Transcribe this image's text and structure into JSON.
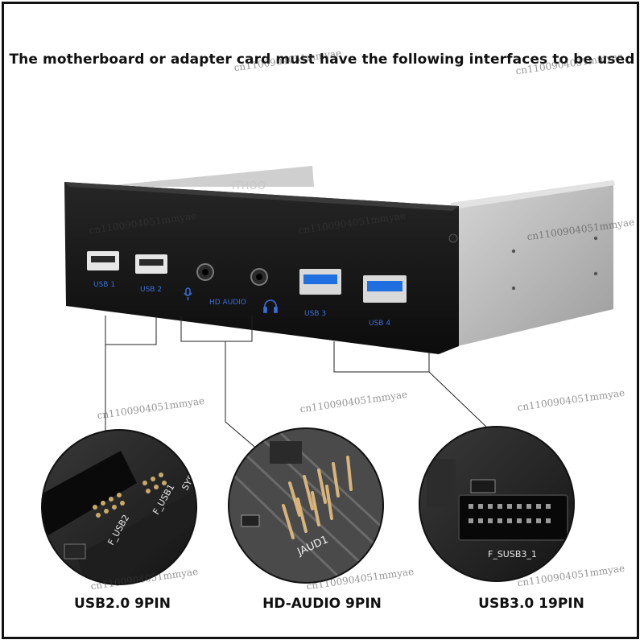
{
  "headline": "The motherboard or adapter card must have the following interfaces to be used",
  "brand": "ITHOO",
  "ports": {
    "usb1": "USB 1",
    "usb2": "USB 2",
    "hd_audio": "HD AUDIO",
    "usb3": "USB 3",
    "usb4": "USB 4"
  },
  "board_labels": {
    "f_usb2": "F_USB2",
    "f_usb1": "F_USB1",
    "sys": "SYS",
    "jaud1": "JAUD1",
    "f_susb3": "F_SUSB3_1"
  },
  "captions": {
    "usb2": "USB2.0 9PIN",
    "audio": "HD-AUDIO 9PIN",
    "usb3": "USB3.0 19PIN"
  },
  "watermark": "cn1100904051mmyae",
  "colors": {
    "label_blue": "#3a6fd8",
    "usb3_blue": "#1f6fe0",
    "panel": "#141414",
    "cage": "#b9b9b9"
  }
}
